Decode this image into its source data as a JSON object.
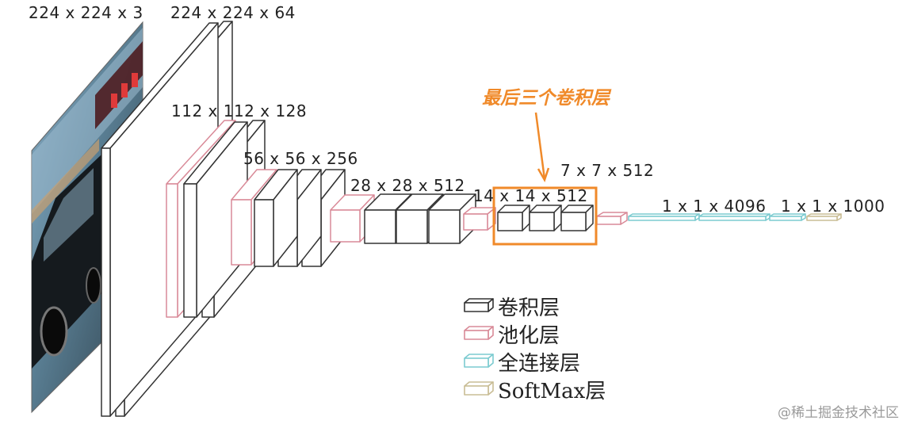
{
  "title": "",
  "labels": [
    {
      "id": "input",
      "text": "224 x 224 x 3"
    },
    {
      "id": "block1",
      "text": "224 x 224 x 64"
    },
    {
      "id": "block2",
      "text": "112 x 112 x 128"
    },
    {
      "id": "block3",
      "text": "56 x 56 x 256"
    },
    {
      "id": "block4",
      "text": "28 x 28 x 512"
    },
    {
      "id": "block5",
      "text": "14 x 14 x 512"
    },
    {
      "id": "pool5",
      "text": "7 x 7 x 512"
    },
    {
      "id": "fc",
      "text": "1 x 1 x 4096"
    },
    {
      "id": "softmax",
      "text": "1 x 1 x 1000"
    }
  ],
  "annotation": {
    "text": "最后三个卷积层",
    "color": "#f08a2a"
  },
  "legend": [
    {
      "text": "卷积层",
      "type": "conv",
      "color": "#333333"
    },
    {
      "text": "池化层",
      "type": "pool",
      "color": "#d98a98"
    },
    {
      "text": "全连接层",
      "type": "fc",
      "color": "#7ccbd0"
    },
    {
      "text": "SoftMax层",
      "type": "softmax",
      "color": "#c9bd95"
    }
  ],
  "colors": {
    "conv": "#333333",
    "pool": "#d98a98",
    "fc": "#7ccbd0",
    "softmax": "#c9bd95",
    "highlight": "#f08a2a"
  },
  "watermark": "@稀土掘金技术社区"
}
